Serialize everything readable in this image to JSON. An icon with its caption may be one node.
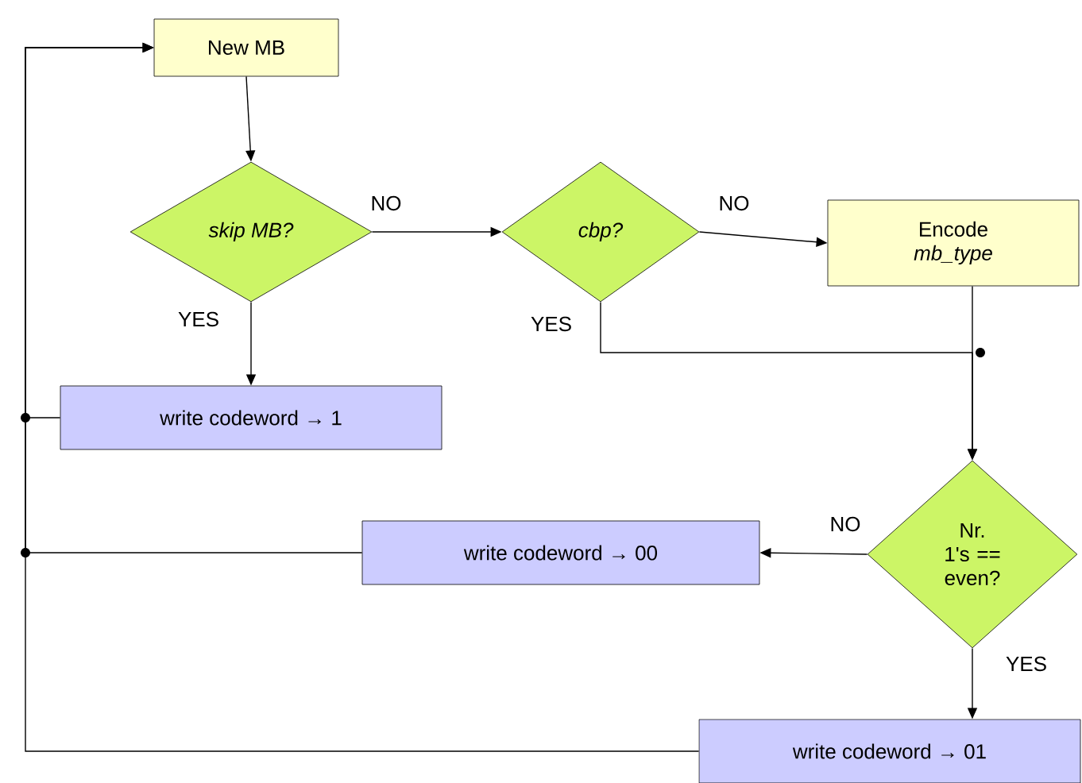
{
  "diagram": {
    "nodes": [
      {
        "text": [
          "New MB"
        ]
      },
      {
        "text": [
          "*skip MB?*"
        ]
      },
      {
        "text": [
          "*cbp?*"
        ]
      },
      {
        "text": [
          "Encode *mb_type*"
        ]
      },
      {
        "text": [
          "write codeword → 1"
        ]
      },
      {
        "text": [
          "Nr. 1's == even?"
        ]
      },
      {
        "text": [
          "write codeword → 00"
        ]
      },
      {
        "text": [
          "write codeword → 01"
        ]
      }
    ],
    "edges": [
      {
        "from": 0,
        "to": 1,
        "arrow": "to"
      },
      {
        "from": 1,
        "to": 2,
        "arrow": "to",
        "label": "NO"
      },
      {
        "from": 2,
        "to": 3,
        "arrow": "to",
        "label": "NO"
      },
      {
        "from": 1,
        "to": 4,
        "arrow": "to",
        "label": "YES"
      },
      {
        "from": 2,
        "to": 5,
        "arrow": "to",
        "label": "YES"
      },
      {
        "from": 3,
        "to": 5,
        "arrow": "to"
      },
      {
        "from": 5,
        "to": 6,
        "arrow": "to",
        "label": "NO"
      },
      {
        "from": 5,
        "to": 7,
        "arrow": "to",
        "label": "YES"
      },
      {
        "from": 4,
        "to": 0,
        "arrow": "to"
      },
      {
        "from": 6,
        "to": 0,
        "arrow": "to"
      },
      {
        "from": 7,
        "to": 0,
        "arrow": "to"
      }
    ]
  }
}
